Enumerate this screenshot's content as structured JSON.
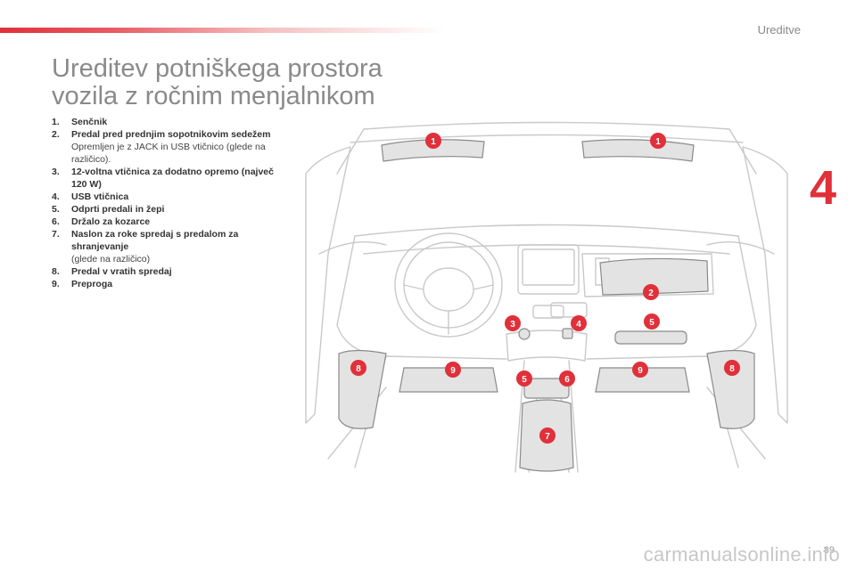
{
  "header": {
    "chapter_name": "Ureditve",
    "chapter_number": "4",
    "accent_color": "#e0303a"
  },
  "title": {
    "line1": "Ureditev potniškega prostora",
    "line2": "vozila z ročnim menjalnikom"
  },
  "legend": [
    {
      "num": "1.",
      "label": "Senčnik",
      "note": ""
    },
    {
      "num": "2.",
      "label": "Predal pred prednjim sopotnikovim sedežem",
      "note": "Opremljen je z JACK in USB vtičnico (glede na različico)."
    },
    {
      "num": "3.",
      "label": "12-voltna vtičnica za dodatno opremo (največ 120 W)",
      "note": ""
    },
    {
      "num": "4.",
      "label": "USB vtičnica",
      "note": ""
    },
    {
      "num": "5.",
      "label": "Odprti predali in žepi",
      "note": ""
    },
    {
      "num": "6.",
      "label": "Držalo za kozarce",
      "note": ""
    },
    {
      "num": "7.",
      "label": "Naslon za roke spredaj s predalom za shranjevanje",
      "note": "(glede na različico)"
    },
    {
      "num": "8.",
      "label": "Predal v vratih spredaj",
      "note": ""
    },
    {
      "num": "9.",
      "label": "Preproga",
      "note": ""
    }
  ],
  "callouts": [
    "1",
    "1",
    "2",
    "3",
    "4",
    "5",
    "5",
    "6",
    "7",
    "8",
    "8",
    "9",
    "9"
  ],
  "footer": {
    "page_number": "89",
    "watermark": "carmanualsonline.info"
  }
}
